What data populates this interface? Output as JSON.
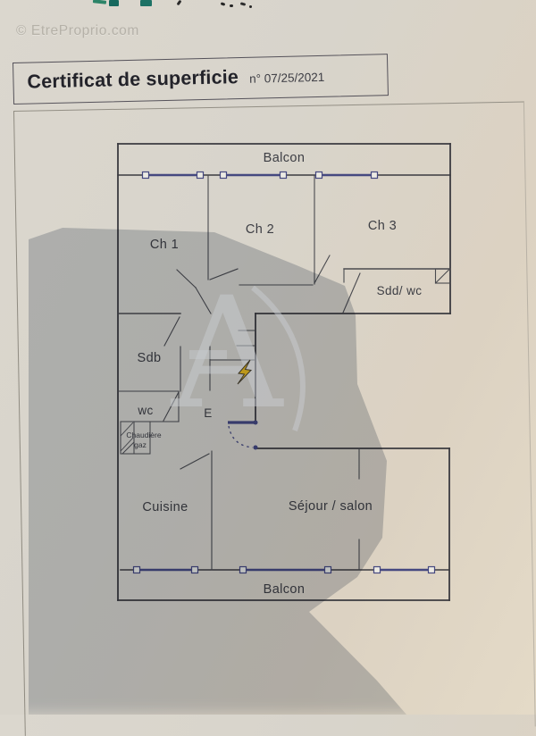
{
  "artifacts": {
    "site_watermark": "© EtreProprio.com",
    "logo_watermark_letter": "A",
    "camera_top_marks": [
      "#2c8468",
      "#17695e",
      "#1d7265",
      "#2a2a2a"
    ]
  },
  "document": {
    "title": "Certificat de superficie",
    "number": "n° 07/25/2021"
  },
  "plan": {
    "labels": {
      "balcon_top": "Balcon",
      "ch1": "Ch 1",
      "ch2": "Ch 2",
      "ch3": "Ch 3",
      "sdd_wc": "Sdd/ wc",
      "sdb": "Sdb",
      "wc": "wc",
      "chaudiere_line1": "Chaudière",
      "chaudiere_line2": "gaz",
      "entrance": "E",
      "cuisine": "Cuisine",
      "sejour": "Séjour / salon",
      "balcon_bottom": "Balcon"
    }
  },
  "colors": {
    "title_ink": "#23232a",
    "label_ink": "#3d3e44",
    "wall": "#3b3b40",
    "wall_light": "#4a4a4f",
    "window_blue": "#454880",
    "lightning_yellow": "#eebc1e",
    "shadow": "rgba(96,110,127,0.32)"
  }
}
